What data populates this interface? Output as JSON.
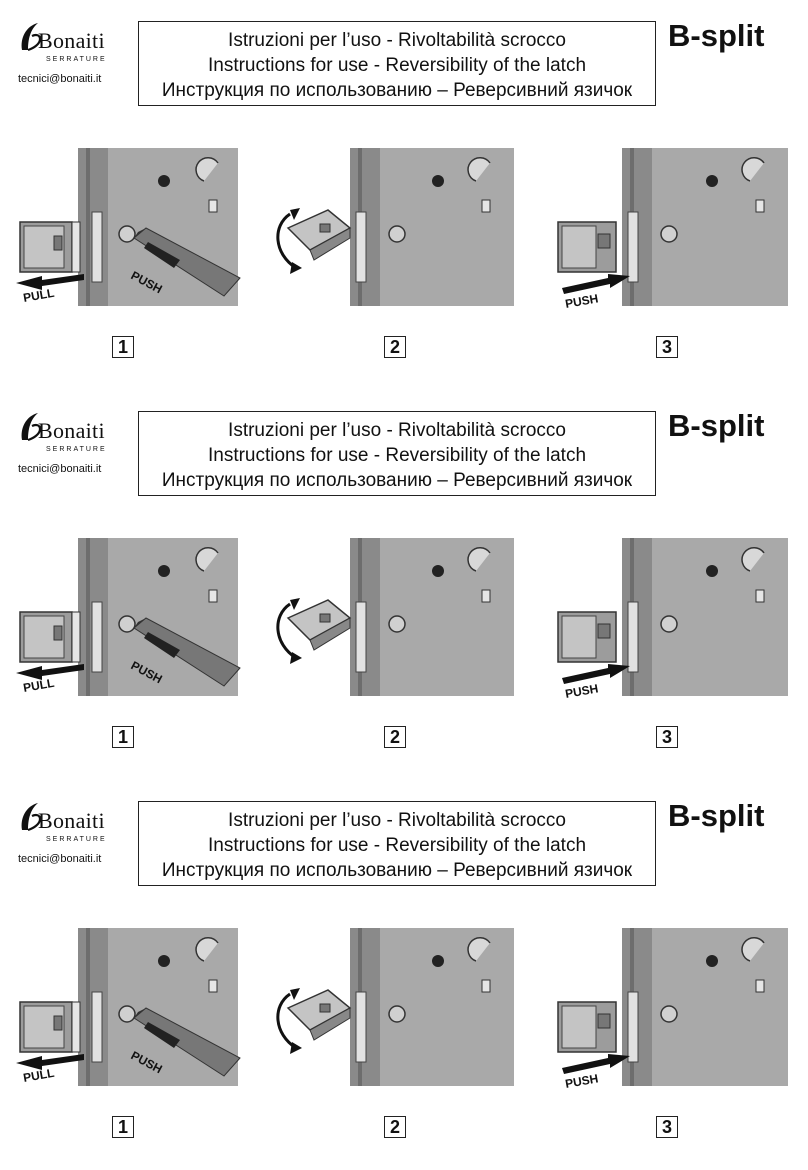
{
  "brand": {
    "name": "Bonaiti",
    "subtitle": "SERRATURE",
    "email": "tecnici@bonaiti.it"
  },
  "header": {
    "title_it": "Istruzioni per l’uso - Rivoltabilità scrocco",
    "title_en": "Instructions for use - Reversibility of the latch",
    "title_ru": "Инструкция по использованию – Реверсивний язичок",
    "product": "B-split"
  },
  "steps": [
    {
      "number": "1",
      "labels": [
        "PULL",
        "PUSH"
      ]
    },
    {
      "number": "2",
      "labels": []
    },
    {
      "number": "3",
      "labels": [
        "PUSH"
      ]
    }
  ],
  "colors": {
    "panel": "#a9a9a9",
    "panel_dark": "#8a8a8a",
    "faceplate": "#b9b9b9",
    "latch": "#9c9c9c",
    "arrow": "#111111"
  },
  "icons": {
    "step1": "latch-pull-with-pen-push-illustration",
    "step2": "latch-rotate-illustration",
    "step3": "latch-push-illustration"
  }
}
